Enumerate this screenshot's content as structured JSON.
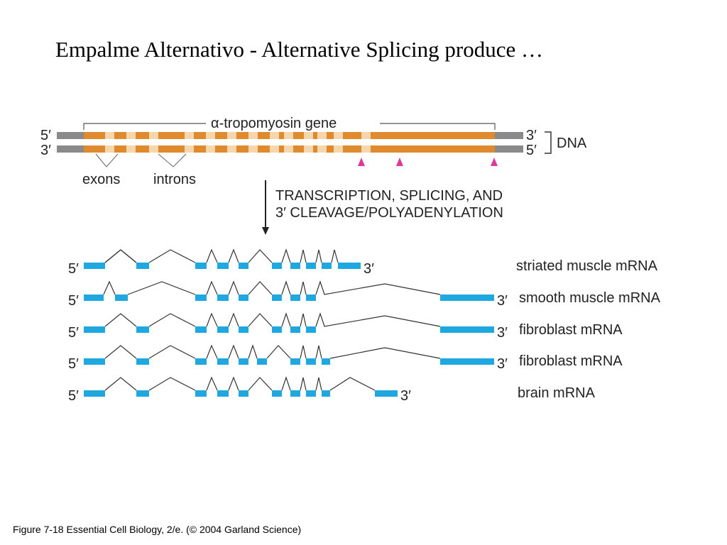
{
  "title": "Empalme Alternativo - Alternative Splicing produce …",
  "caption": "Figure 7-18  Essential Cell Biology, 2/e. (© 2004 Garland Science)",
  "diagram": {
    "gene_label": "α-tropomyosin gene",
    "dna_label": "DNA",
    "dna_top_left": "5′",
    "dna_bottom_left": "3′",
    "dna_top_right": "3′",
    "dna_bottom_right": "5′",
    "exons_label": "exons",
    "introns_label": "introns",
    "process_line1": "TRANSCRIPTION, SPLICING, AND",
    "process_line2": "3′ CLEAVAGE/POLYADENYLATION",
    "mrna": [
      {
        "left": "5′",
        "right": "3′",
        "label": "striated muscle mRNA"
      },
      {
        "left": "5′",
        "right": "3′",
        "label": "smooth muscle mRNA"
      },
      {
        "left": "5′",
        "right": "3′",
        "label": "fibroblast mRNA"
      },
      {
        "left": "5′",
        "right": "3′",
        "label": "fibroblast mRNA"
      },
      {
        "left": "5′",
        "right": "3′",
        "label": "brain mRNA"
      }
    ]
  },
  "colors": {
    "exon_dna": "#e08a2e",
    "intron_dna": "#f6d6ad",
    "dna_flank": "#8a8a8a",
    "mrna_exon": "#1fa8e0",
    "polyA_marker": "#e0379a"
  }
}
